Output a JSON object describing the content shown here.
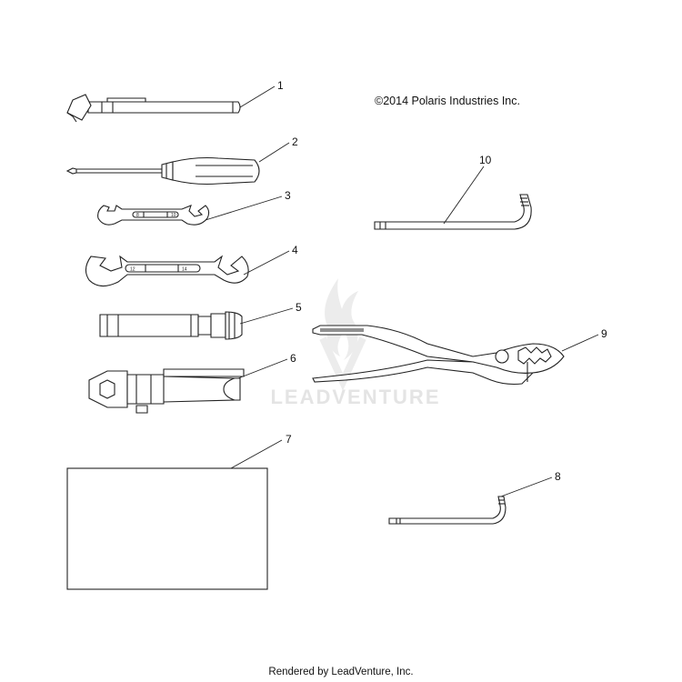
{
  "diagram": {
    "copyright": "©2014 Polaris Industries Inc.",
    "watermark": "LEADVENTURE",
    "footer": "Rendered by LeadVenture, Inc.",
    "wrench_small_sizes": [
      "8",
      "10"
    ],
    "wrench_large_sizes": [
      "12",
      "14"
    ],
    "callouts": [
      {
        "number": "1",
        "part": "spark-plug-pouch-tool"
      },
      {
        "number": "2",
        "part": "screwdriver"
      },
      {
        "number": "3",
        "part": "open-end-wrench-small"
      },
      {
        "number": "4",
        "part": "open-end-wrench-large"
      },
      {
        "number": "5",
        "part": "spark-plug-socket"
      },
      {
        "number": "6",
        "part": "socket-wrench-handle"
      },
      {
        "number": "7",
        "part": "manual-card"
      },
      {
        "number": "8",
        "part": "hex-key-small"
      },
      {
        "number": "9",
        "part": "pliers"
      },
      {
        "number": "10",
        "part": "hex-key-large"
      }
    ]
  }
}
